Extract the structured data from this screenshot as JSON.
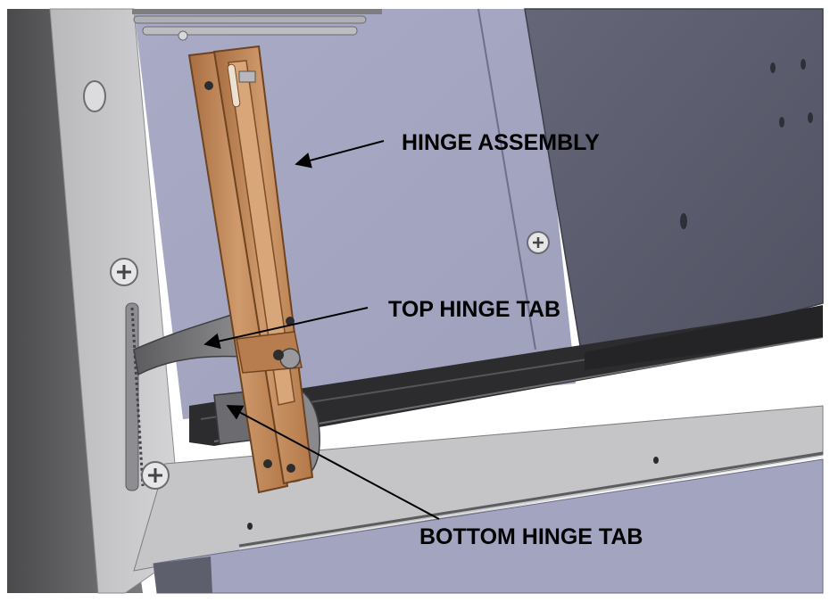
{
  "labels": {
    "hinge_assembly": "HINGE ASSEMBLY",
    "top_hinge_tab": "TOP HINGE TAB",
    "bottom_hinge_tab": "BOTTOM HINGE TAB"
  },
  "colors": {
    "wall_panel": "#a6a8c4",
    "dark_panel": "#5b5d6e",
    "frame_light": "#c6c6c8",
    "frame_outer": "#646466",
    "hinge_copper": "#c3885a",
    "hinge_edge": "#6e4320",
    "rail_dark": "#2a2a2c",
    "arrow": "#000000"
  }
}
